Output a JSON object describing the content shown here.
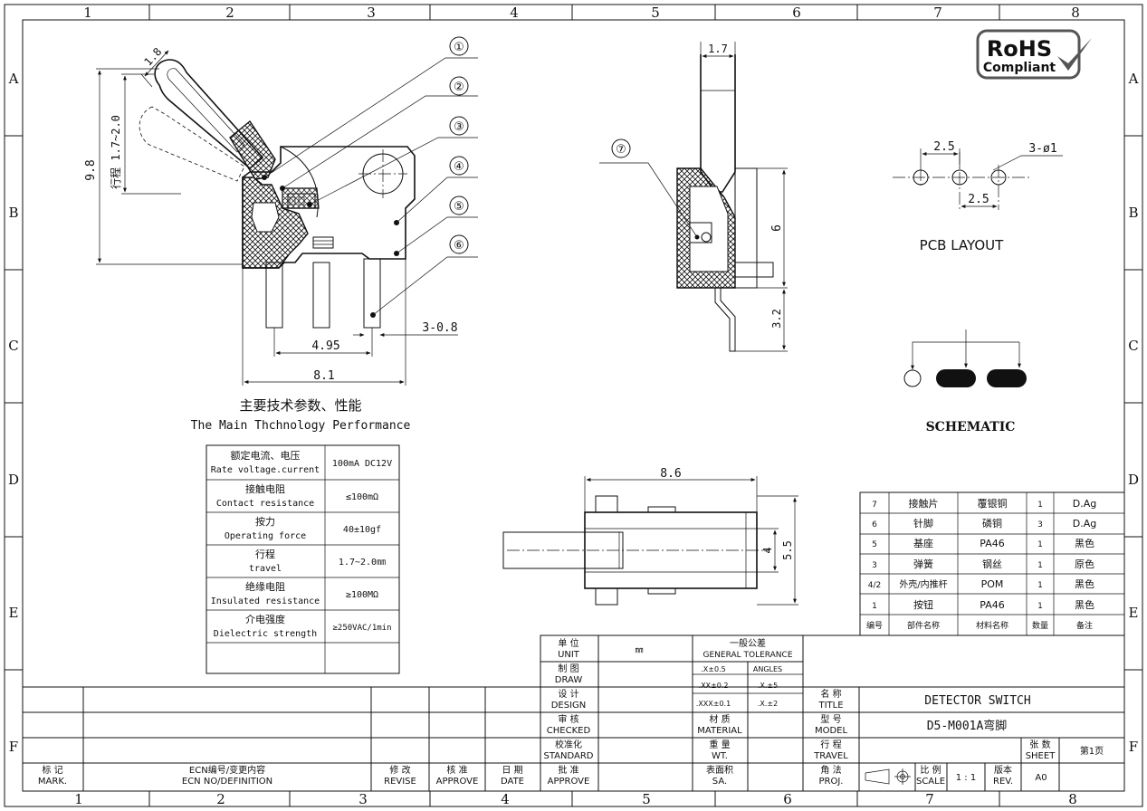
{
  "frame": {
    "col_labels_top": [
      "1",
      "2",
      "3",
      "4",
      "5",
      "6",
      "7",
      "8"
    ],
    "col_labels_bottom": [
      "1",
      "2",
      "3",
      "4",
      "5",
      "6",
      "7",
      "8"
    ],
    "row_labels": [
      "A",
      "B",
      "C",
      "D",
      "E",
      "F"
    ]
  },
  "rohs": {
    "line1": "RoHS",
    "line2": "Compliant"
  },
  "front_view": {
    "callouts": [
      "①",
      "②",
      "③",
      "④",
      "⑤",
      "⑥"
    ],
    "dim_angle_width": "1.8",
    "dim_height": "9.8",
    "dim_travel": "行程 1.7~2.0",
    "dim_pin_pitch": "4.95",
    "dim_pin_width": "3-0.8",
    "dim_total_width": "8.1"
  },
  "side_view": {
    "callout": "⑦",
    "dim_top": "1.7",
    "dim_height": "6",
    "dim_pin": "3.2"
  },
  "bottom_view": {
    "dim_length": "8.6",
    "dim_inner": "4",
    "dim_outer": "5.5"
  },
  "pcb_layout": {
    "dim_spacing_top": "2.5",
    "dim_spacing_bottom": "2.5",
    "dim_holes": "3-ø1",
    "label": "PCB  LAYOUT"
  },
  "schematic": {
    "label": "SCHEMATIC"
  },
  "performance": {
    "title_cn": "主要技术参数、性能",
    "title_en": "The Main Thchnology Performance",
    "rows": [
      {
        "cn": "额定电流、电压",
        "en": "Rate voltage.current",
        "value": "100mA DC12V"
      },
      {
        "cn": "接触电阻",
        "en": "Contact resistance",
        "value": "≤100mΩ"
      },
      {
        "cn": "按力",
        "en": "Operating force",
        "value": "40±10gf"
      },
      {
        "cn": "行程",
        "en": "travel",
        "value": "1.7~2.0㎜"
      },
      {
        "cn": "绝缘电阻",
        "en": "Insulated resistance",
        "value": "≥100MΩ"
      },
      {
        "cn": "介电强度",
        "en": "Dielectric strength",
        "value": "≥250VAC/1min"
      }
    ]
  },
  "parts": {
    "rows": [
      {
        "no": "7",
        "name": "接触片",
        "material": "覆银铜",
        "qty": "1",
        "note": "D.Ag"
      },
      {
        "no": "6",
        "name": "针脚",
        "material": "磷铜",
        "qty": "3",
        "note": "D.Ag"
      },
      {
        "no": "5",
        "name": "基座",
        "material": "PA46",
        "qty": "1",
        "note": "黑色"
      },
      {
        "no": "3",
        "name": "弹簧",
        "material": "钢丝",
        "qty": "1",
        "note": "原色"
      },
      {
        "no": "4/2",
        "name": "外壳/内推杆",
        "material": "POM",
        "qty": "1",
        "note": "黑色"
      },
      {
        "no": "1",
        "name": "按钮",
        "material": "PA46",
        "qty": "1",
        "note": "黑色"
      }
    ],
    "header": {
      "no": "编号",
      "name": "部件名称",
      "material": "材料名称",
      "qty": "数量",
      "note": "备注"
    }
  },
  "title_block": {
    "unit_cn": "单  位",
    "unit_en": "UNIT",
    "unit_value": "㎜",
    "tol_cn": "一般公差",
    "tol_en": "GENERAL  TOLERANCE",
    "tol": [
      ".X±0.5",
      "ANGLES",
      ".XX±0.2",
      ".X.±5",
      ".XXX±0.1",
      ".X.±2"
    ],
    "draw_cn": "制  图",
    "draw_en": "DRAW",
    "design_cn": "设  计",
    "design_en": "DESIGN",
    "checked_cn": "审  核",
    "checked_en": "CHECKED",
    "standard_cn": "校准化",
    "standard_en": "STANDARD",
    "approve_cn": "批  准",
    "approve_en": "APPROVE",
    "material_cn": "材  质",
    "material_en": "MATERIAL",
    "wt_cn": "重  量",
    "wt_en": "WT.",
    "sa_cn": "表面积",
    "sa_en": "SA.",
    "title_cn": "名  称",
    "title_en": "TITLE",
    "title_value": "DETECTOR SWITCH",
    "model_cn": "型  号",
    "model_en": "MODEL",
    "model_value": "D5-M001A弯脚",
    "travel_cn": "行  程",
    "travel_en": "TRAVEL",
    "proj_cn": "角  法",
    "proj_en": "PROJ.",
    "scale_cn": "比 例",
    "scale_en": "SCALE",
    "scale_value": "1 : 1",
    "rev_cn": "版本",
    "rev_en": "REV.",
    "rev_value": "A0",
    "sheet_cn": "张  数",
    "sheet_en": "SHEET",
    "sheet_value": "第1页",
    "mark_cn": "标  记",
    "mark_en": "MARK.",
    "ecn_cn": "ECN编号/变更内容",
    "ecn_en": "ECN NO/DEFINITION",
    "revise_cn": "修  改",
    "revise_en": "REVISE",
    "approve2_cn": "核  准",
    "approve2_en": "APPROVE",
    "date_cn": "日  期",
    "date_en": "DATE"
  }
}
